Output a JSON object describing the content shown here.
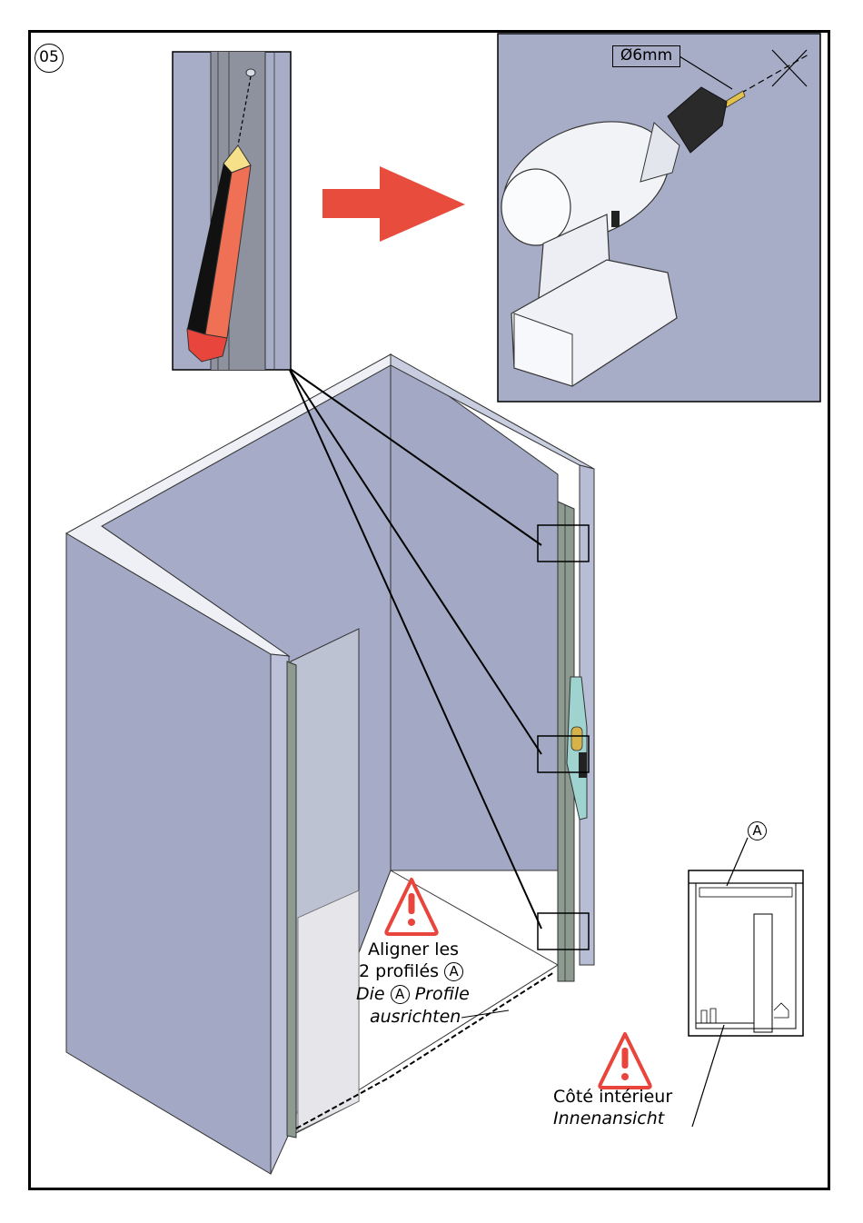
{
  "step_number": "05",
  "drill_diameter": "Ø6mm",
  "profile_marker": "A",
  "align_note": {
    "fr_line1": "Aligner les",
    "fr_line2_prefix": "2 profilés",
    "de_prefix": "Die",
    "de_suffix": "Profile",
    "de_line2": "ausrichten"
  },
  "inner_side": {
    "fr": "Côté intérieur",
    "de": "Innenansicht"
  },
  "warning_icon": "warning-triangle-icon",
  "colors": {
    "wall": "#a3a9c4",
    "wall_light": "#b8bdd6",
    "drill_bg": "#a8adc7",
    "arrow": "#e84c3d",
    "pencil": "#f07055",
    "warning": "#e8453c"
  }
}
